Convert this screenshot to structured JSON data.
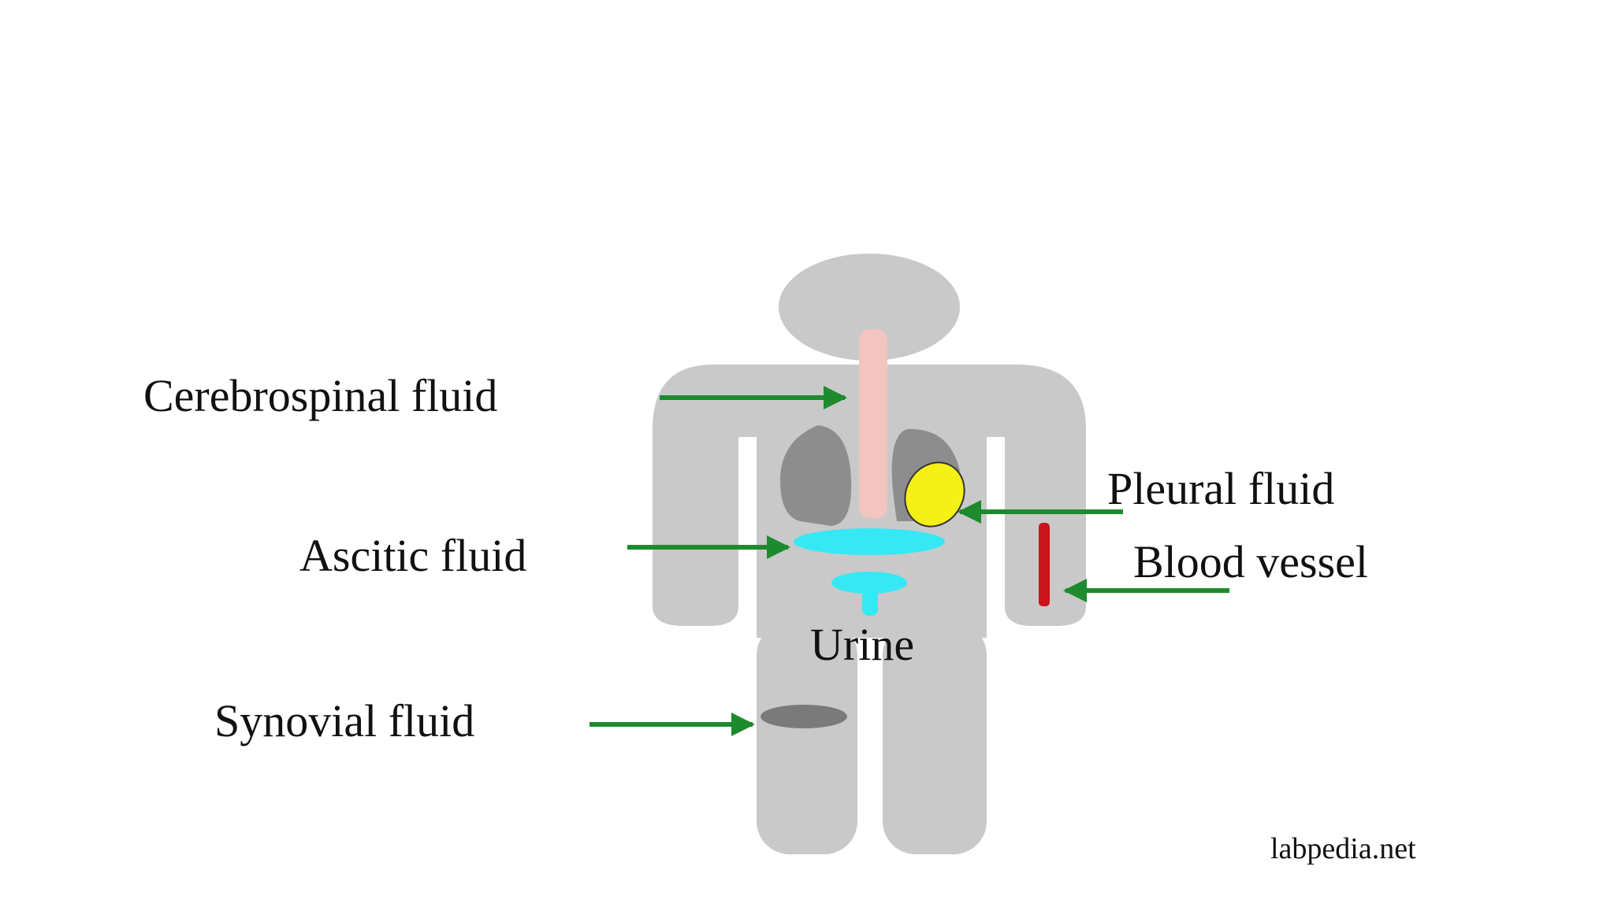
{
  "labels": {
    "cerebrospinal": "Cerebrospinal fluid",
    "pleural": "Pleural fluid",
    "ascitic": "Ascitic fluid",
    "blood_vessel": "Blood vessel",
    "urine": "Urine",
    "synovial": "Synovial fluid"
  },
  "credit": "labpedia.net",
  "colors": {
    "body": "#c9c9c9",
    "spinal_cord": "#f4c4c0",
    "lung": "#8d8d8d",
    "pleural_fluid": "#f5f016",
    "ascitic_fluid": "#36e8f4",
    "urine": "#36e8f4",
    "blood_vessel": "#c8141a",
    "synovial_joint": "#7a7a7a",
    "arrow": "#1e8a2e"
  }
}
